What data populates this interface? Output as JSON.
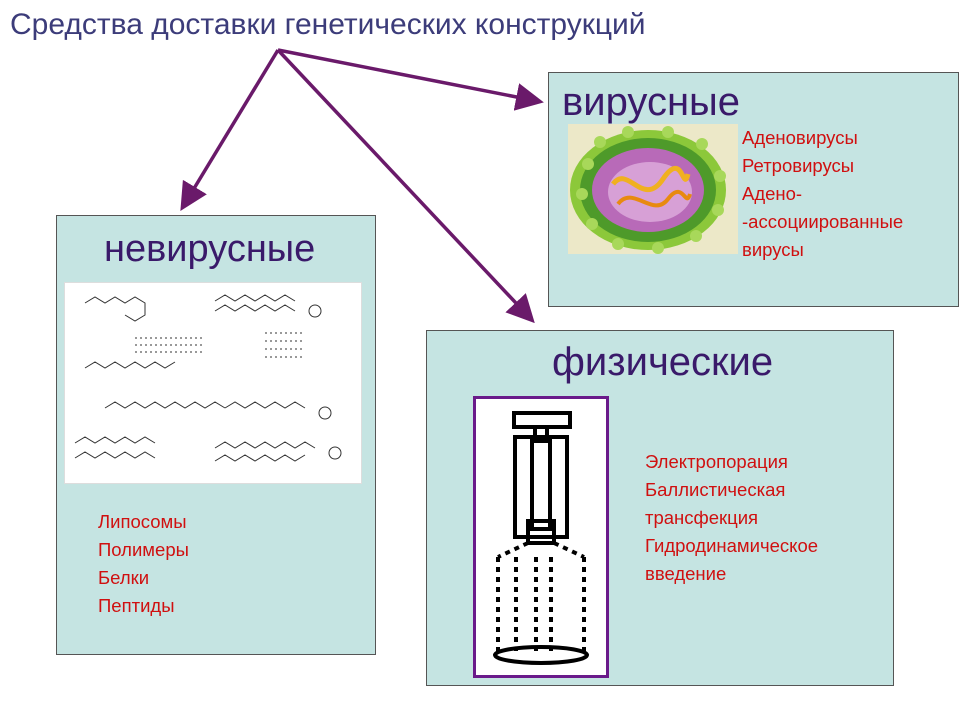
{
  "title": "Средства доставки генетических конструкций",
  "viral": {
    "heading": "вирусные",
    "items": [
      "Аденовирусы",
      "Ретровирусы",
      "Адено-",
      "-ассоциированные",
      "вирусы"
    ]
  },
  "nonviral": {
    "heading": "невирусные",
    "items": [
      "Липосомы",
      "Полимеры",
      "Белки",
      "Пептиды"
    ]
  },
  "physical": {
    "heading": "физические",
    "items": [
      "Электропорация",
      "Баллистическая",
      "трансфекция",
      "Гидродинамическое",
      "введение"
    ]
  },
  "colors": {
    "panel": "#c5e4e2",
    "arrow": "#6a1a6a",
    "heading": "#3a1a6a",
    "item_text": "#d01010",
    "title": "#3c3c7a"
  }
}
